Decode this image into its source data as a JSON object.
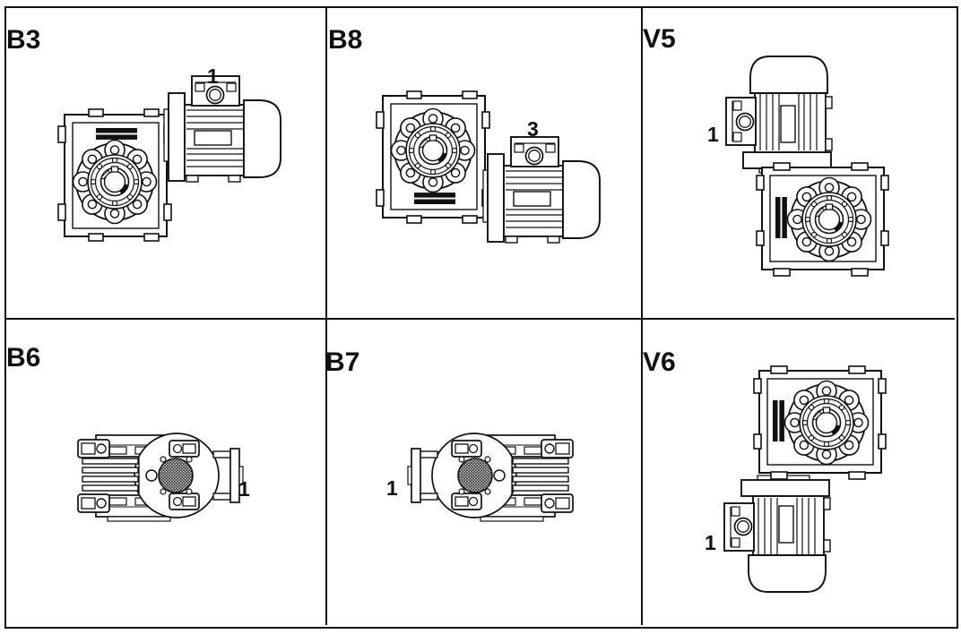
{
  "figure": {
    "description": "Worm gearbox with motor - mounting position diagrams",
    "colors": {
      "line": "#111111",
      "background": "#ffffff"
    },
    "cells": [
      {
        "id": "B3",
        "label": "B3",
        "marker": "1"
      },
      {
        "id": "B8",
        "label": "B8",
        "marker": "3"
      },
      {
        "id": "V5",
        "label": "V5",
        "marker": "1"
      },
      {
        "id": "B6",
        "label": "B6",
        "marker": "1"
      },
      {
        "id": "B7",
        "label": "B7",
        "marker": "1"
      },
      {
        "id": "V6",
        "label": "V6",
        "marker": "1"
      }
    ]
  }
}
